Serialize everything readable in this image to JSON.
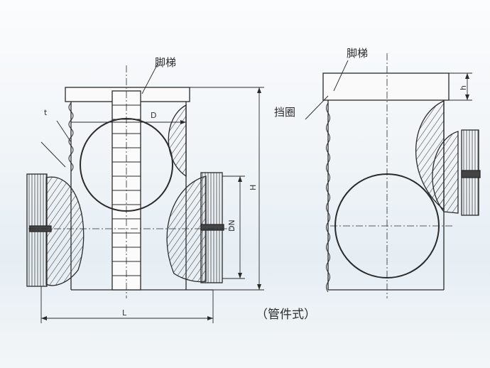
{
  "labels": {
    "ladder_left": "脚梯",
    "ladder_right": "脚梯",
    "retaining_ring": "挡圈",
    "caption": "（管件式）",
    "dim_D": "D",
    "dim_H": "H",
    "dim_L": "L",
    "dim_DN": "DN",
    "dim_h": "h",
    "dim_t": "t"
  },
  "colors": {
    "line": "#2a2a2a",
    "hatch": "#3a3a3a"
  }
}
